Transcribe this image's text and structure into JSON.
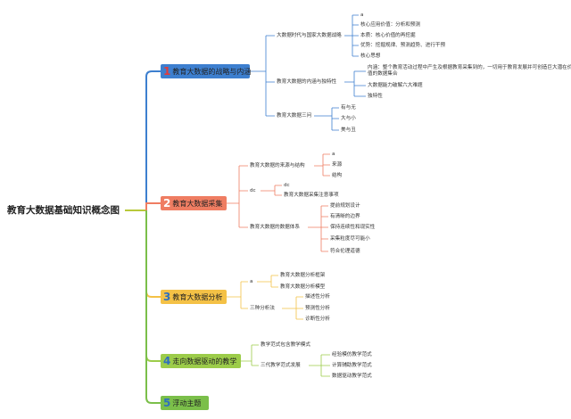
{
  "root": {
    "label": "教育大数据基础知识概念图"
  },
  "topics": [
    {
      "num": "1",
      "label": "教育大数据的战略与内涵"
    },
    {
      "num": "2",
      "label": "教育大数据采集"
    },
    {
      "num": "3",
      "label": "教育大数据分析"
    },
    {
      "num": "4",
      "label": "走向数据驱动的教学"
    },
    {
      "num": "5",
      "label": "浮动主题"
    }
  ],
  "t1": {
    "s1": "大数据时代与国家大数据战略",
    "s1_items": [
      "a",
      "核心应用价值：分析和预测",
      "本质：核心价值的再挖掘",
      "优势：挖掘规律、预测趋势、进行干预",
      "核心思想"
    ],
    "s2": "教育大数据的内涵与独特性",
    "s2_items": [
      "内涵：整个教育活动过程中产生及根据教育采集到的，一切用于教育发展并可创造巨大潜在价值的数据集合",
      "大数据能力破解六大难题",
      "独特性"
    ],
    "s3": "教育大数据三问",
    "s3_items": [
      "有与无",
      "大与小",
      "美与丑"
    ]
  },
  "t2": {
    "s1": "教育大数据的来源与结构",
    "s1_items": [
      "a",
      "来源",
      "结构"
    ],
    "s2": "dc",
    "s2_items": [
      "dc",
      "教育大数据采集注意事项"
    ],
    "s3": "教育大数据的数据体系",
    "s3_items": [
      "提前规划设计",
      "有清晰的边界",
      "保持连续性和现实性",
      "采集粒度尽可能小",
      "符合伦理道德"
    ]
  },
  "t3": {
    "s1": "a",
    "s1_items": [
      "教育大数据分析框架",
      "教育大数据分析模型"
    ],
    "s2": "三种分析法",
    "s2_items": [
      "描述性分析",
      "预测性分析",
      "诊断性分析"
    ]
  },
  "t4": {
    "s1": "教学范式包含教学模式",
    "s2": "三代教学范式发展",
    "s2_items": [
      "经验模仿教学范式",
      "计算辅助教学范式",
      "数据驱动教学范式"
    ]
  },
  "colors": {
    "root_line": "#b8c93a",
    "t1": "#3d7fcf",
    "t2": "#ef7d62",
    "t3": "#f4c146",
    "t4": "#9ccc4a",
    "t5": "#7bbf4a"
  }
}
